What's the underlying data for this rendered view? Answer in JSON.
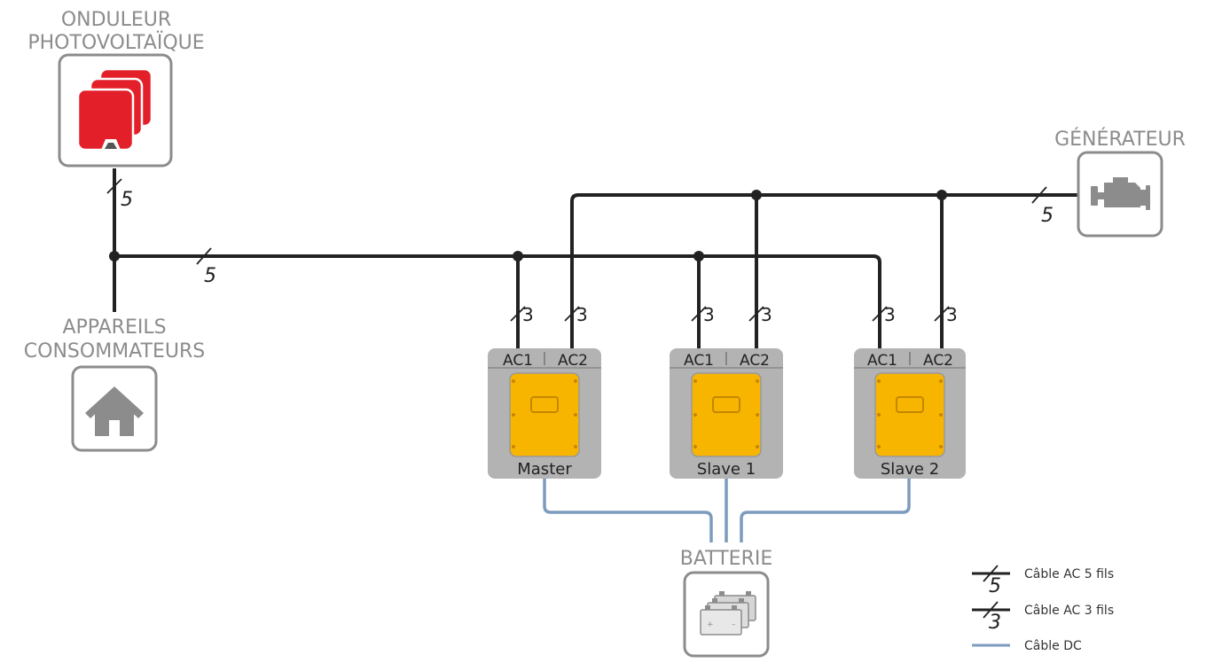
{
  "devices": {
    "pv_inverter": {
      "label_line1": "ONDULEUR",
      "label_line2": "PHOTOVOLTAÏQUE"
    },
    "generator": {
      "label": "GÉNÉRATEUR"
    },
    "loads": {
      "label_line1": "APPAREILS",
      "label_line2": "CONSOMMATEURS"
    },
    "battery": {
      "label": "BATTERIE"
    }
  },
  "units": [
    {
      "name": "Master",
      "port1": "AC1",
      "port2": "AC2"
    },
    {
      "name": "Slave 1",
      "port1": "AC1",
      "port2": "AC2"
    },
    {
      "name": "Slave 2",
      "port1": "AC1",
      "port2": "AC2"
    }
  ],
  "wire_counts": {
    "pv": "5",
    "main_bus": "5",
    "generator": "5",
    "master_ac1": "3",
    "master_ac2": "3",
    "slave1_ac1": "3",
    "slave1_ac2": "3",
    "slave2_ac1": "3",
    "slave2_ac2": "3"
  },
  "legend": {
    "ac5": {
      "count": "5",
      "text": "Câble AC 5 fils"
    },
    "ac3": {
      "count": "3",
      "text": "Câble AC 3 fils"
    },
    "dc": {
      "text": "Câble DC"
    }
  },
  "colors": {
    "ac_cable": "#222222",
    "dc_cable": "#7d9bbd",
    "inverter_red": "#e3202a",
    "unit_yellow": "#f8b500",
    "icon_gray": "#8c8c8c"
  }
}
